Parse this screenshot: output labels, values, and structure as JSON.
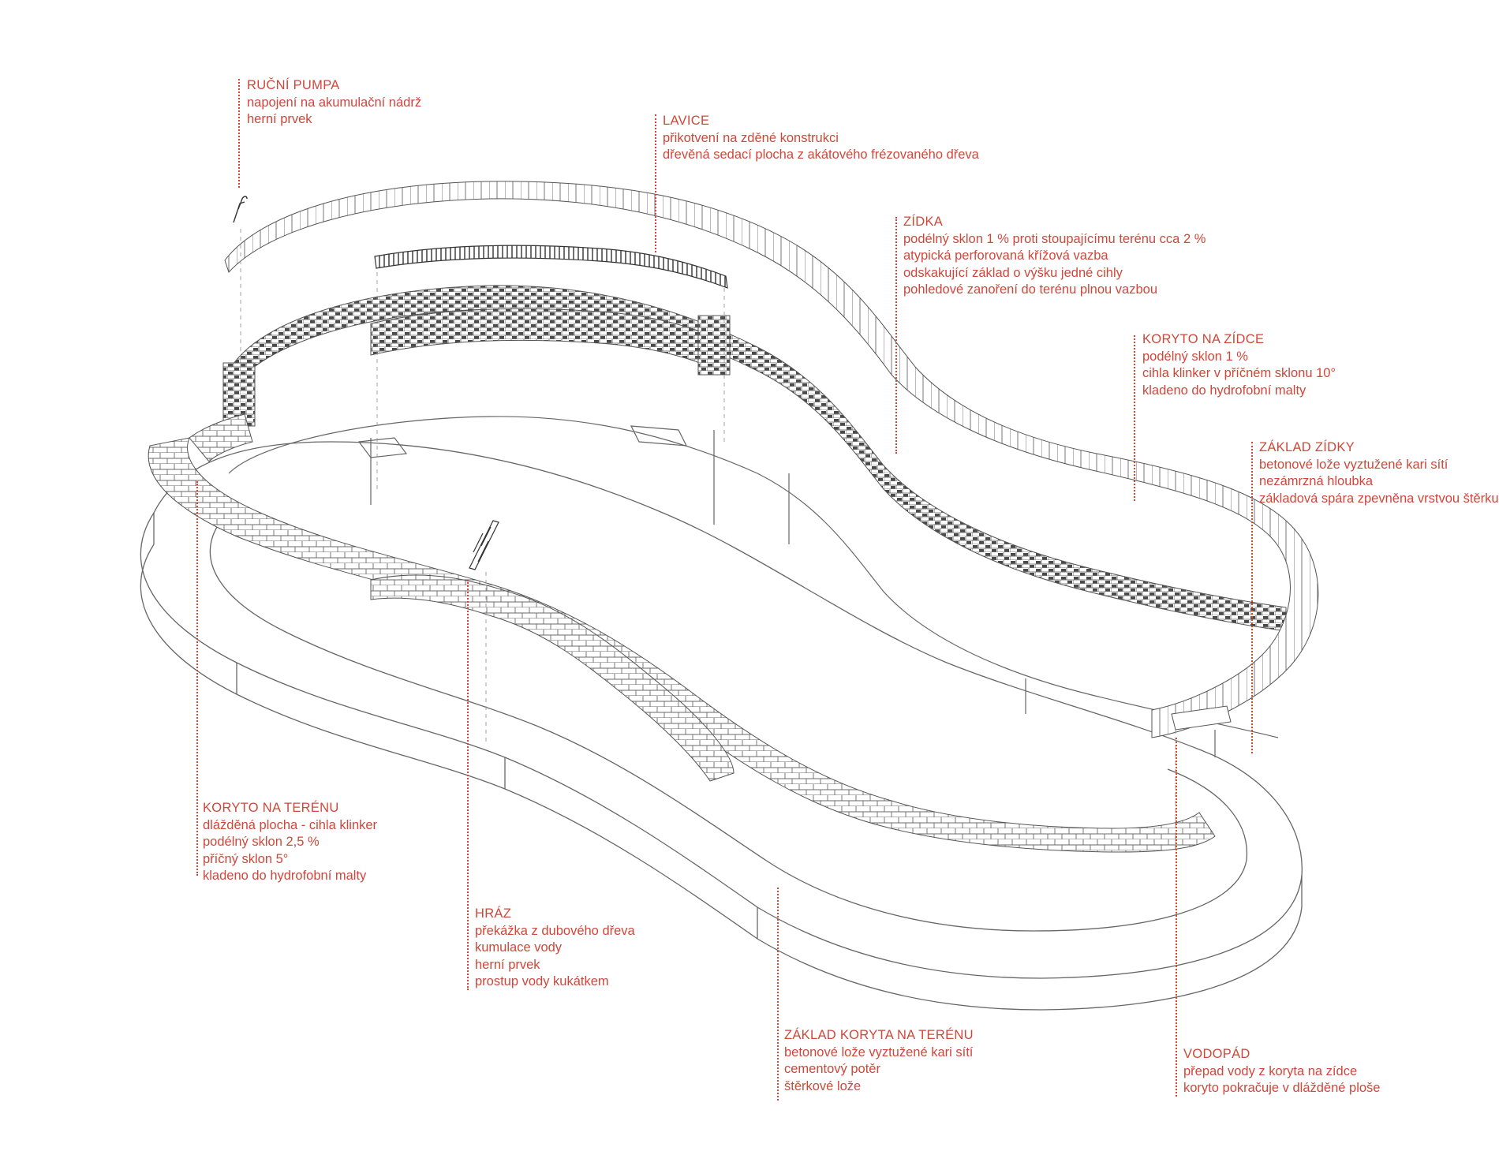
{
  "annotations": [
    {
      "key": "rucni_pumpa",
      "title": "RUČNÍ PUMPA",
      "lines": [
        "napojení na akumulační nádrž",
        "herní prvek"
      ]
    },
    {
      "key": "lavice",
      "title": "LAVICE",
      "lines": [
        "přikotvení na zděné konstrukci",
        "dřevěná sedací plocha z akátového frézovaného dřeva"
      ]
    },
    {
      "key": "zidka",
      "title": "ZÍDKA",
      "lines": [
        "podélný sklon 1 % proti stoupajícímu terénu cca 2 %",
        "atypická perforovaná křížová vazba",
        "odskakující základ o výšku jedné cihly",
        "pohledové zanoření do terénu plnou vazbou"
      ]
    },
    {
      "key": "koryto_na_zidce",
      "title": "KORYTO NA ZÍDCE",
      "lines": [
        "podélný sklon 1 %",
        "cihla klinker v příčném sklonu 10°",
        "kladeno do hydrofobní malty"
      ]
    },
    {
      "key": "zaklad_zidky",
      "title": "ZÁKLAD ZÍDKY",
      "lines": [
        "betonové lože vyztužené kari sítí",
        "nezámrzná hloubka",
        "základová spára zpevněna vrstvou štěrku"
      ]
    },
    {
      "key": "koryto_na_terenu",
      "title": "KORYTO NA TERÉNU",
      "lines": [
        "dlážděná plocha - cihla klinker",
        "podélný sklon 2,5 %",
        "příčný sklon 5°",
        "kladeno do hydrofobní malty"
      ]
    },
    {
      "key": "hraz",
      "title": "HRÁZ",
      "lines": [
        "překážka z dubového dřeva",
        "kumulace vody",
        "herní prvek",
        "prostup vody kukátkem"
      ]
    },
    {
      "key": "zaklad_koryta",
      "title": "ZÁKLAD KORYTA NA TERÉNU",
      "lines": [
        "betonové lože vyztužené kari sítí",
        "cementový potěr",
        "štěrkové lože"
      ]
    },
    {
      "key": "vodopad",
      "title": "VODOPÁD",
      "lines": [
        "přepad vody z koryta na zídce",
        "koryto pokračuje v dlážděné ploše"
      ]
    }
  ],
  "colors": {
    "annotation": "#d0473a",
    "linework": "#555555"
  }
}
